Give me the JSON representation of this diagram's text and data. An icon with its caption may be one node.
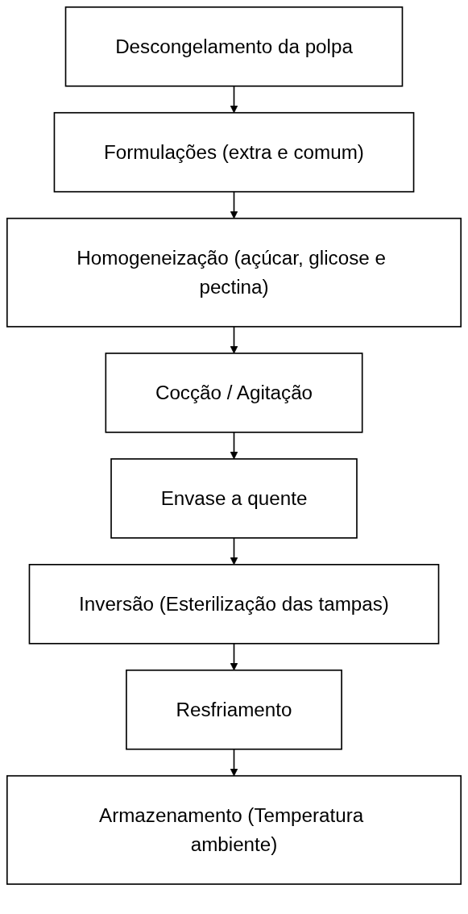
{
  "diagram": {
    "nodes": [
      {
        "text": [
          "Descongelamento da polpa"
        ]
      },
      {
        "text": [
          "Formulações (extra e comum)"
        ]
      },
      {
        "text": [
          "Homogeneização (açúcar, glicose e pectina)"
        ]
      },
      {
        "text": [
          "Cocção / Agitação"
        ]
      },
      {
        "text": [
          "Envase a quente"
        ]
      },
      {
        "text": [
          "Inversão (Esterilização das tampas)"
        ]
      },
      {
        "text": [
          "Resfriamento"
        ]
      },
      {
        "text": [
          "Armazenamento (Temperatura ambiente)"
        ]
      }
    ],
    "edges": [
      {
        "from": 0,
        "to": 1,
        "arrow": "to"
      },
      {
        "from": 1,
        "to": 2,
        "arrow": "to"
      },
      {
        "from": 2,
        "to": 3,
        "arrow": "to"
      },
      {
        "from": 3,
        "to": 4,
        "arrow": "to"
      },
      {
        "from": 4,
        "to": 5,
        "arrow": "to"
      },
      {
        "from": 5,
        "to": 6,
        "arrow": "to"
      },
      {
        "from": 6,
        "to": 7,
        "arrow": "to"
      }
    ]
  }
}
